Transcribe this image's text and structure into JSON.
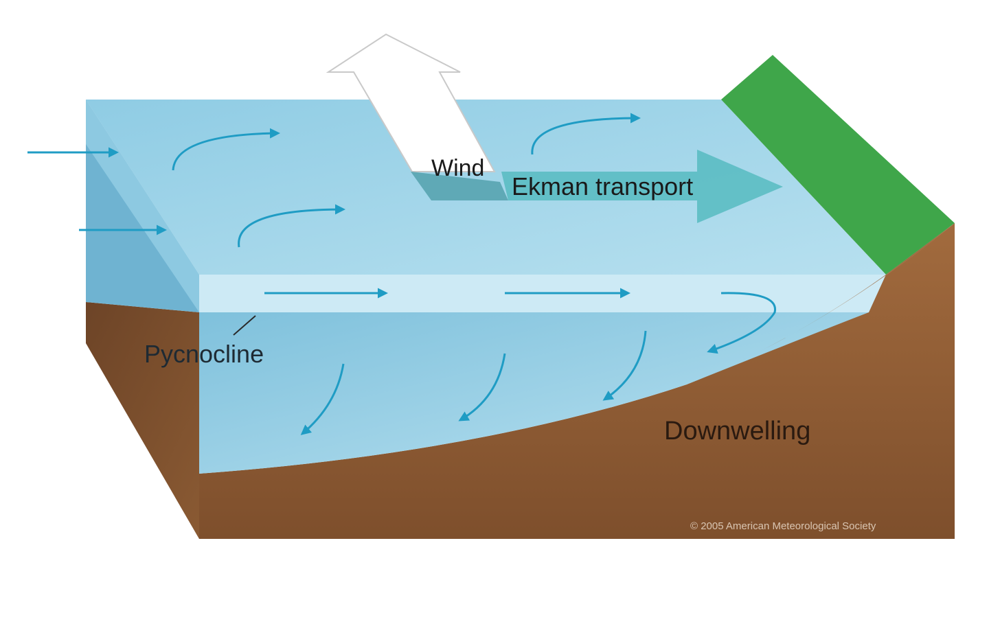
{
  "labels": {
    "wind": "Wind",
    "ekman_transport": "Ekman transport",
    "pycnocline": "Pycnocline",
    "downwelling": "Downwelling",
    "copyright": "© 2005 American Meteorological Society"
  },
  "colors": {
    "water_top": "#a9d9ec",
    "water_front": "#8ccbe3",
    "water_left": "#6fb6d3",
    "surface_band": "#cfeaf5",
    "land_top": "#3fa64a",
    "land_side": "#8a5a33",
    "land_front": "#7a4d2c",
    "flow_arrow": "#1f9cc4",
    "ekman_arrow": "#5bbcc3",
    "label_dark": "#2a2a2a"
  }
}
